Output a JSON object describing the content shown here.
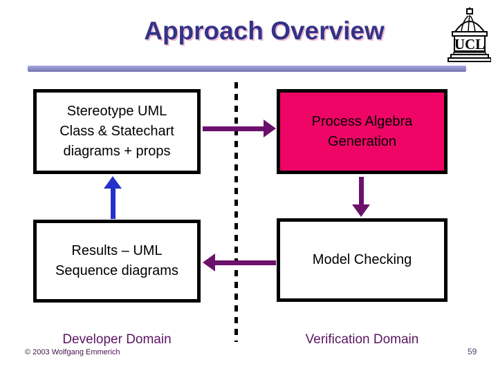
{
  "colors": {
    "title": "#333387",
    "title_shadow": "#f2bcd4",
    "bar_top": "#a6a6e0",
    "bar_bottom": "#7474b2",
    "arrow_purple": "#6b116b",
    "arrow_blue": "#2333c9",
    "accent_pink": "#ee0566",
    "domain_label": "#5a1560",
    "copyright_text": "#45104d",
    "page_number": "#474768"
  },
  "header": {
    "title": "Approach Overview",
    "logo_text": "UCL"
  },
  "diagram": {
    "boxes": {
      "stereotype": {
        "line1": "Stereotype UML",
        "line2": "Class & Statechart",
        "line3": "diagrams + props"
      },
      "process_algebra": {
        "line1": "Process Algebra",
        "line2": "Generation"
      },
      "results": {
        "line1": "Results – UML",
        "line2": "Sequence diagrams"
      },
      "model_checking": {
        "line1": "Model Checking"
      }
    },
    "domains": {
      "left": "Developer Domain",
      "right": "Verification Domain"
    }
  },
  "footer": {
    "copyright": "© 2003 Wolfgang Emmerich",
    "page_number": "59"
  }
}
